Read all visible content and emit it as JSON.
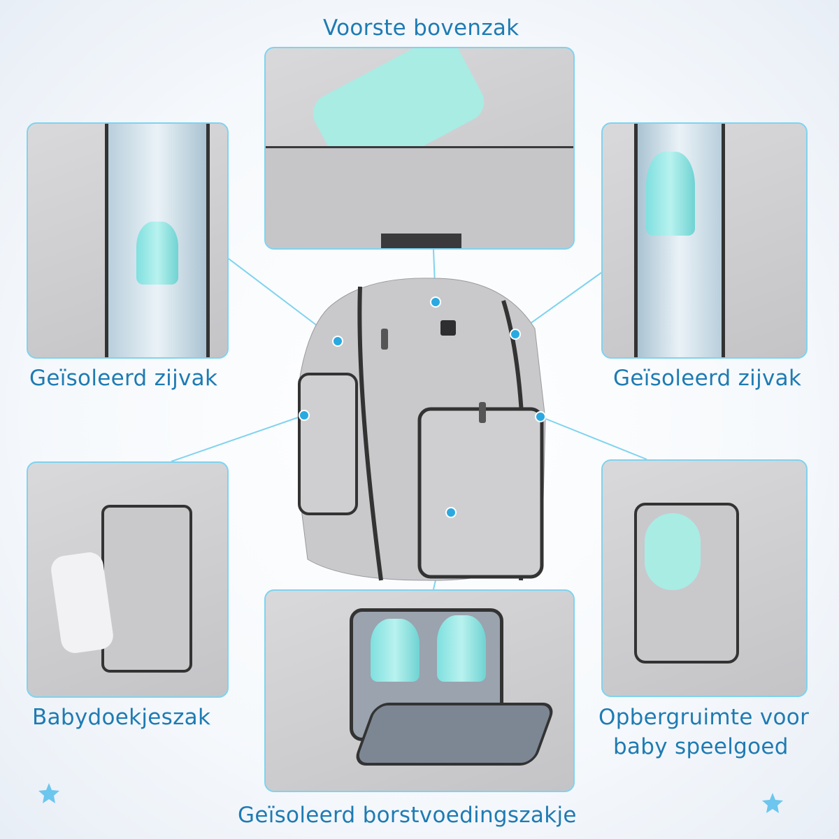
{
  "labels": {
    "top": "Voorste bovenzak",
    "left_top": "Geïsoleerd zijvak",
    "right_top": "Geïsoleerd zijvak",
    "left_bottom": "Babydoekjeszak",
    "right_bottom_line1": "Opbergruimte voor",
    "right_bottom_line2": "baby speelgoed",
    "bottom": "Geïsoleerd borstvoedingszakje"
  },
  "colors": {
    "accent": "#1e7bb3",
    "border": "#7fd3ef",
    "dot": "#29a9e0"
  }
}
